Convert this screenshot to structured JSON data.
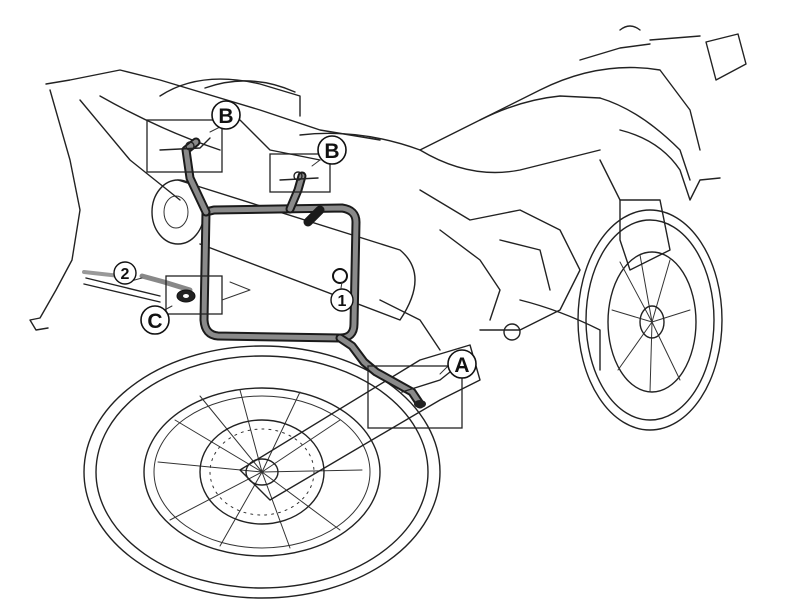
{
  "callouts": {
    "b1": "B",
    "b2": "B",
    "a": "A",
    "c": "C",
    "part1": "1",
    "part2": "2"
  }
}
